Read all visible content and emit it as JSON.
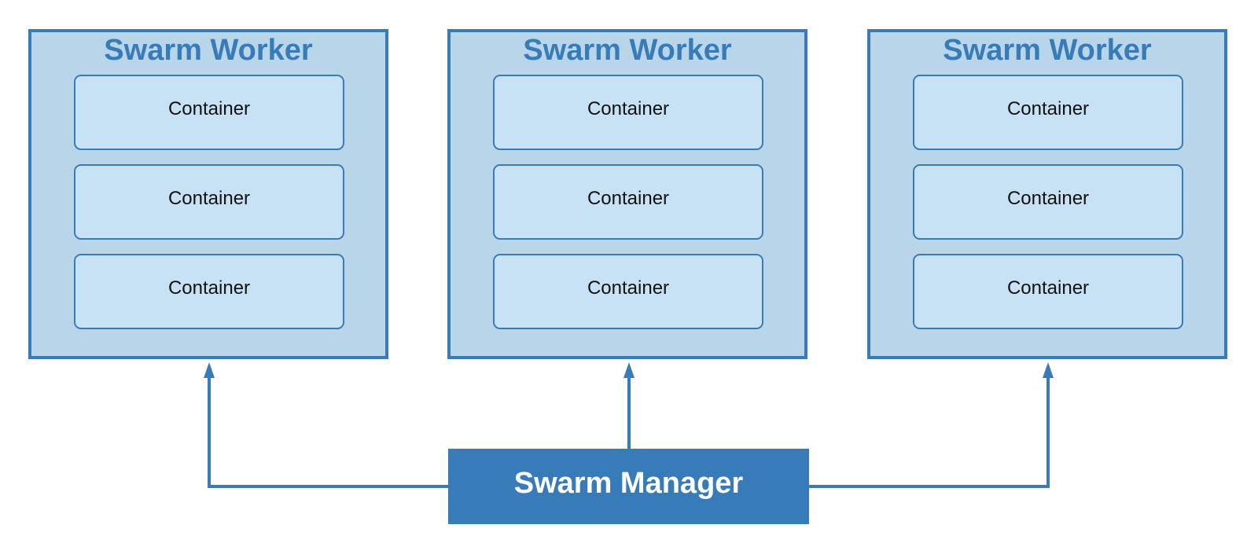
{
  "colors": {
    "accent": "#377bb8",
    "worker_fill": "#b9d5ea",
    "container_fill": "#c8e2f5",
    "manager_text": "#ffffff"
  },
  "workers": [
    {
      "title": "Swarm Worker",
      "containers": [
        "Container",
        "Container",
        "Container"
      ]
    },
    {
      "title": "Swarm Worker",
      "containers": [
        "Container",
        "Container",
        "Container"
      ]
    },
    {
      "title": "Swarm Worker",
      "containers": [
        "Container",
        "Container",
        "Container"
      ]
    }
  ],
  "manager": {
    "label": "Swarm Manager"
  }
}
